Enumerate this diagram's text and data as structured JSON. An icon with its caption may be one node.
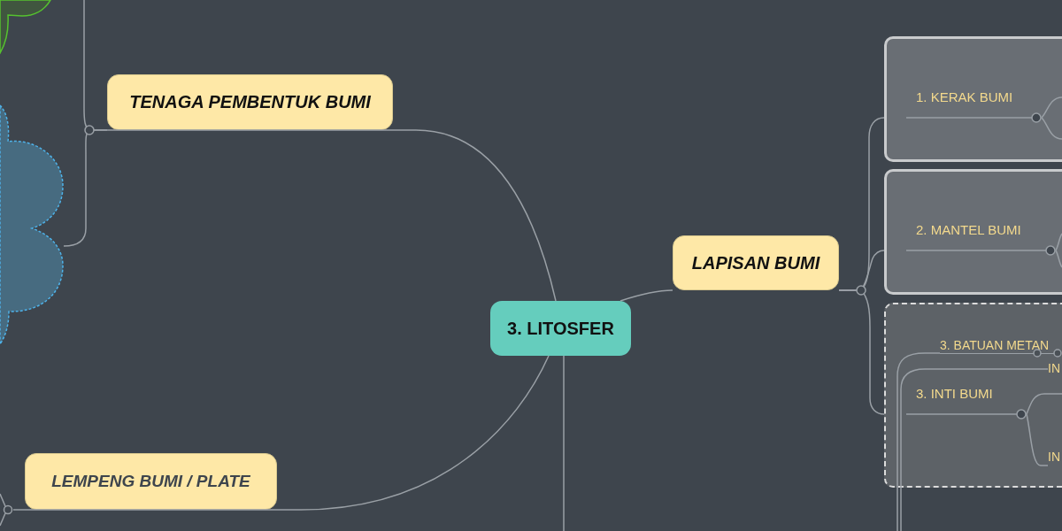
{
  "diagram": {
    "nodes": [
      {
        "text": [
          "3. LITOSFER"
        ]
      },
      {
        "text": [
          "TENAGA PEMBENTUK BUMI"
        ]
      },
      {
        "text": [],
        "shape": "cloud"
      },
      {
        "text": [],
        "shape": "cloud"
      },
      {
        "text": [
          "LEMPENG BUMI / PLATE"
        ]
      },
      {
        "text": [],
        "shape": "circle"
      },
      {
        "text": [
          "LAPISAN BUMI"
        ]
      },
      {
        "text": [],
        "shape": "box"
      },
      {
        "text": [
          "1. KERAK BUMI"
        ],
        "in": 7
      },
      {
        "text": [],
        "shape": "box"
      },
      {
        "text": [
          "2. MANTEL BUMI"
        ],
        "in": 9
      },
      {
        "text": [],
        "shape": "box"
      },
      {
        "text": [
          "3. INTI BUMI"
        ],
        "in": 11
      },
      {
        "text": [
          "3. BATUAN METAN"
        ],
        "in": 11
      },
      {
        "text": [
          "IN"
        ],
        "in": 11
      },
      {
        "text": [
          "IN"
        ],
        "in": 11
      }
    ],
    "edges": [
      {
        "from": 0,
        "to": 1,
        "arrow": "none"
      },
      {
        "from": 1,
        "to": null,
        "arrow": "none"
      },
      {
        "from": 1,
        "to": 3,
        "arrow": "none"
      },
      {
        "from": 0,
        "to": 4,
        "arrow": "none"
      },
      {
        "from": 4,
        "to": 5,
        "arrow": "none"
      },
      {
        "from": 5,
        "to": null,
        "arrow": "none"
      },
      {
        "from": 5,
        "to": null,
        "arrow": "none"
      },
      {
        "from": 0,
        "to": null,
        "arrow": "none"
      },
      {
        "from": 0,
        "to": 6,
        "arrow": "none"
      },
      {
        "from": 6,
        "to": 7,
        "arrow": "none"
      },
      {
        "from": 6,
        "to": 9,
        "arrow": "none"
      },
      {
        "from": 6,
        "to": 11,
        "arrow": "none"
      },
      {
        "from": 8,
        "to": null,
        "arrow": "none"
      },
      {
        "from": 8,
        "to": null,
        "arrow": "none"
      },
      {
        "from": 10,
        "to": null,
        "arrow": "none"
      },
      {
        "from": 10,
        "to": null,
        "arrow": "none"
      },
      {
        "from": 12,
        "to": null,
        "arrow": "none"
      },
      {
        "from": 12,
        "to": 15,
        "arrow": "none"
      },
      {
        "from": null,
        "to": 13,
        "arrow": "none"
      },
      {
        "from": null,
        "to": 14,
        "arrow": "none"
      }
    ]
  }
}
